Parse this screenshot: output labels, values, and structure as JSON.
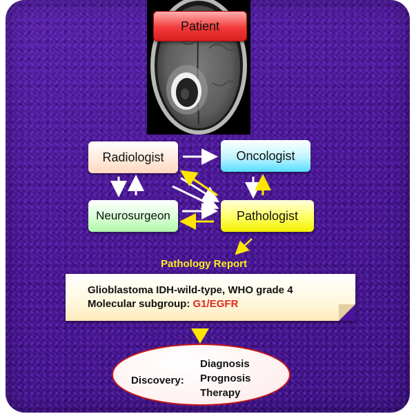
{
  "nodes": {
    "patient": "Patient",
    "radiologist": "Radiologist",
    "oncologist": "Oncologist",
    "neurosurgeon": "Neurosurgeon",
    "pathologist": "Pathologist"
  },
  "report": {
    "label": "Pathology Report",
    "line1": "Glioblastoma IDH-wild-type, WHO grade 4",
    "line2_prefix": "Molecular subgroup: ",
    "line2_highlight": "G1/EGFR"
  },
  "discovery": {
    "label": "Discovery:",
    "items": [
      "Diagnosis",
      "Prognosis",
      "Therapy"
    ]
  },
  "colors": {
    "background": "#4a149a",
    "arrow_white": "#ffffff",
    "arrow_yellow": "#ffe600",
    "highlight_red": "#e0281c"
  },
  "image": {
    "subject": "axial brain MRI scan with ring-enhancing tumor"
  }
}
